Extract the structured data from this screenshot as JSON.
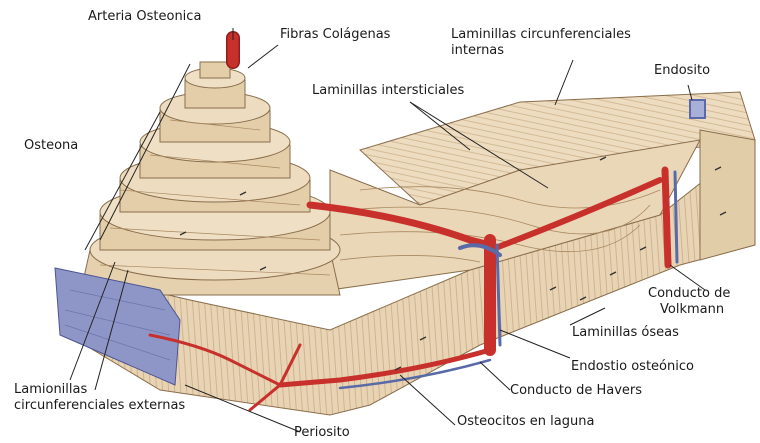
{
  "labels": {
    "arteria": "Arteria Osteonica",
    "fibras": "Fibras Colágenas",
    "lam_circ_int_1": "Laminillas circunferenciales",
    "lam_circ_int_2": "internas",
    "lam_inter": "Laminillas intersticiales",
    "endosito": "Endosito",
    "osteona": "Osteona",
    "volkmann_1": "Conducto de",
    "volkmann_2": "Volkmann",
    "lam_oseas": "Laminillas óseas",
    "endostio": "Endostio osteónico",
    "havers": "Conducto de Havers",
    "osteocitos": "Osteocitos en laguna",
    "lam_circ_ext_1": "Lamionillas",
    "lam_circ_ext_2": "circunferenciales externas",
    "periosito": "Periosito"
  },
  "colors": {
    "bone": "#eddcc0",
    "bone_dark": "#d9c19d",
    "bone_line": "#8a6e4c",
    "artery": "#c8302c",
    "vein": "#5a6aa8",
    "periosteum": "#8e96c8",
    "leader": "#222222"
  }
}
